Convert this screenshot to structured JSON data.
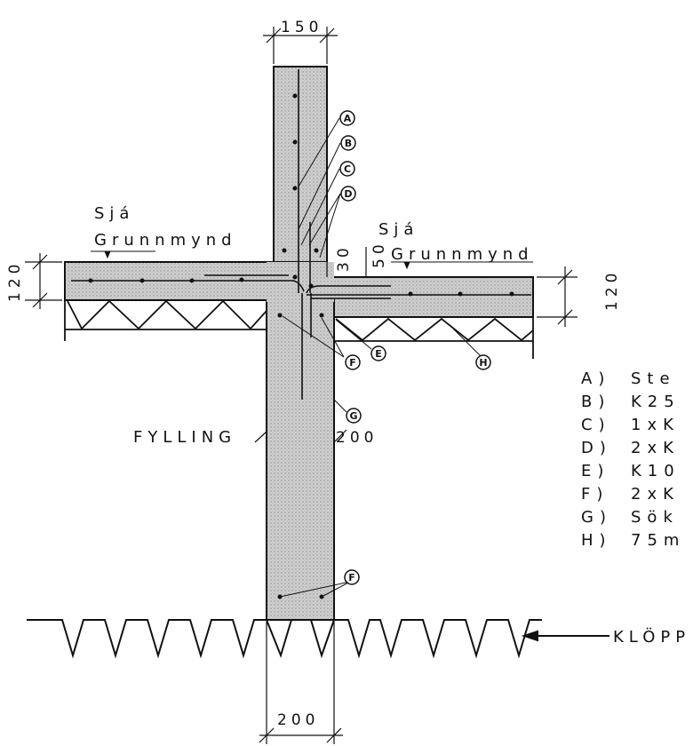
{
  "dimensions": {
    "top_wall_width": "150",
    "bottom_wall_width": "200",
    "wall_thickness_side": "200",
    "left_slab_thickness": "120",
    "right_slab_thickness": "120",
    "gap_30": "30",
    "gap_50": "50"
  },
  "notes": {
    "see_left_1": "Sjá",
    "see_left_2": "Grunnmynd",
    "see_right": "Sjá",
    "plan_right": "Grunnmynd",
    "fill": "FYLLING",
    "rock": "KLÖPP"
  },
  "markers": [
    "A",
    "B",
    "C",
    "D",
    "E",
    "F",
    "G",
    "H",
    "F"
  ],
  "legend": [
    {
      "key": "A)",
      "text": "Ste"
    },
    {
      "key": "B)",
      "text": "K25"
    },
    {
      "key": "C)",
      "text": "1xK"
    },
    {
      "key": "D)",
      "text": "2xK"
    },
    {
      "key": "E)",
      "text": "K10"
    },
    {
      "key": "F)",
      "text": "2xK"
    },
    {
      "key": "G)",
      "text": "Sök"
    },
    {
      "key": "H)",
      "text": "75m"
    }
  ],
  "colors": {
    "line": "#111111",
    "concrete_fill": "#c9c9c9"
  }
}
